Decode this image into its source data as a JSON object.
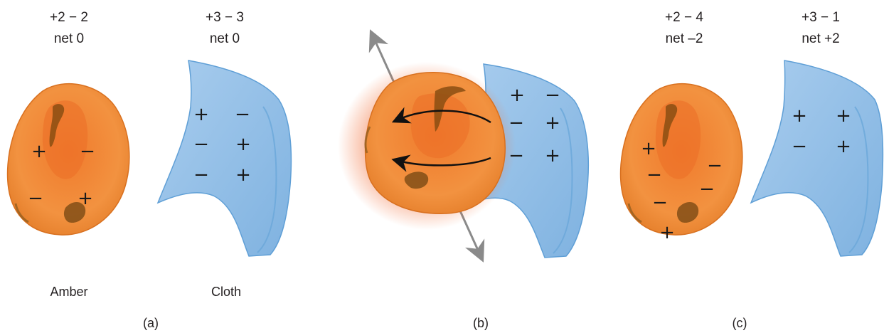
{
  "panels": {
    "a": {
      "caption": "(a)",
      "amber": {
        "charge_line": "+2 − 2",
        "net_line": "net 0",
        "name": "Amber",
        "signs": [
          "+",
          "−",
          "−",
          "+"
        ]
      },
      "cloth": {
        "charge_line": "+3 − 3",
        "net_line": "net 0",
        "name": "Cloth",
        "signs": [
          "+",
          "−",
          "−",
          "+",
          "−",
          "+"
        ]
      }
    },
    "b": {
      "caption": "(b)",
      "cloth": {
        "signs": [
          "+",
          "−",
          "−",
          "+",
          "−",
          "+"
        ]
      }
    },
    "c": {
      "caption": "(c)",
      "amber": {
        "charge_line": "+2 − 4",
        "net_line": "net –2",
        "signs": [
          "+",
          "−",
          "−",
          "−",
          "−",
          "+"
        ]
      },
      "cloth": {
        "charge_line": "+3 − 1",
        "net_line": "net +2",
        "signs": [
          "+",
          "+",
          "−",
          "+"
        ]
      }
    }
  },
  "colors": {
    "amber": "#f08a2e",
    "amber_dark": "#7a4a14",
    "amber_inner": "#e9732a",
    "cloth": "#8fbde6",
    "cloth_edge": "#5f9fd6",
    "arrow_gray": "#8a8a8a"
  }
}
